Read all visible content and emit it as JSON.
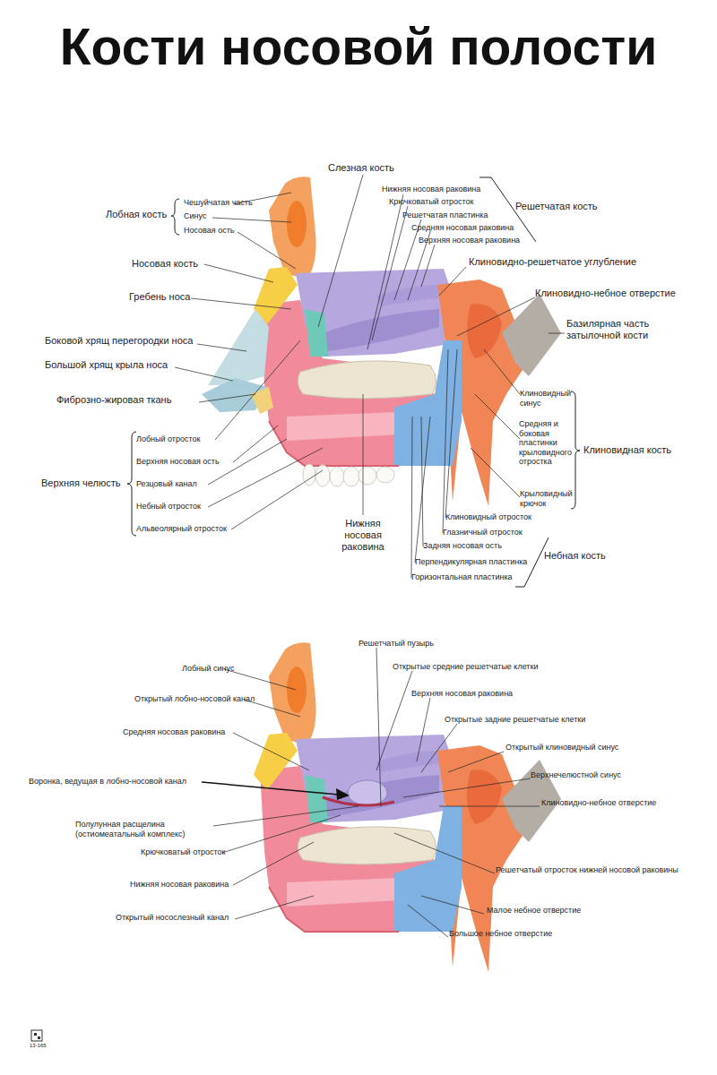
{
  "diagram": {
    "title": "Кости носовой полости",
    "labels": [
      "Слезная кость",
      "Нижняя носовая раковина",
      "Крючковатый отросток",
      "Решетчатая пластинка",
      "Средняя носовая раковина",
      "Верхняя носовая раковина",
      "Решетчатая кость",
      "Лобная кость",
      "Чешуйчатая часть",
      "Синус",
      "Носовая ость",
      "Носовая кость",
      "Клиновидно-решетчатое углубление",
      "Клиновидно-небное отверстие",
      "Гребень носа",
      "Базилярная часть затылочной кости",
      "Боковой хрящ перегородки носа",
      "Большой хрящ крыла носа",
      "Фиброзно-жировая ткань",
      "Клиновидный синус",
      "Средняя и боковая пластинки крыловидного отростка",
      "Клиновидная кость",
      "Крыловидный крючок",
      "Лобный отросток",
      "Верхняя носовая ость",
      "Верхняя челюсть",
      "Резцовый канал",
      "Небный отросток",
      "Альвеолярный отросток",
      "Нижняя носовая раковина",
      "Клиновидный отросток",
      "Глазничный отросток",
      "Задняя носовая ость",
      "Небная кость",
      "Перпендикулярная пластинка",
      "Горизонтальная пластинка",
      "Решетчатый пузырь",
      "Лобный синус",
      "Открытые средние решетчатые клетки",
      "Верхняя носовая раковина",
      "Открытый лобно-носовой канал",
      "Открытые задние решетчатые клетки",
      "Средняя носовая раковина",
      "Открытый клиновидный синус",
      "Верхнечелюстной синус",
      "Воронка, ведущая в лобно-носовой канал",
      "Клиновидно-небное отверстие",
      "Полулунная расщелина (остиомеатальный комплекс)",
      "Крючковатый отросток",
      "Решетчатый отросток нижней носовой раковины",
      "Нижняя носовая раковина",
      "Малое небное отверстие",
      "Открытый носослезный канал",
      "Большое небное отверстие",
      "13-165"
    ]
  }
}
